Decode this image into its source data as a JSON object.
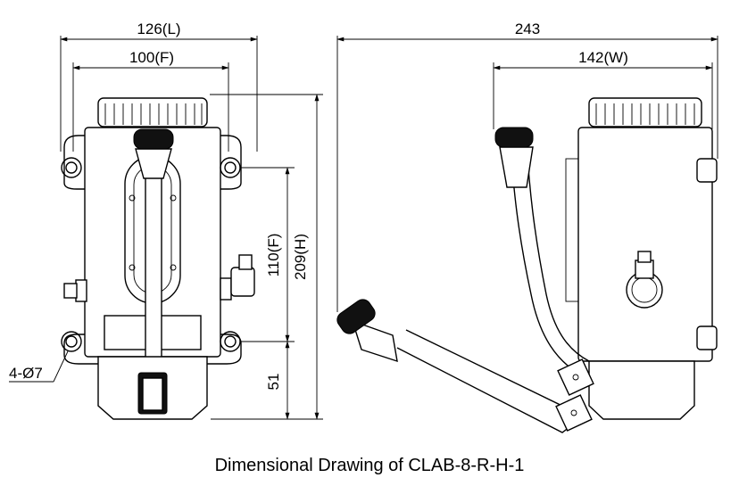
{
  "caption": "Dimensional Drawing of CLAB-8-R-H-1",
  "dimensions": {
    "length": "126(L)",
    "front_width": "100(F)",
    "height_front": "110(F)",
    "height_total": "209(H)",
    "base_height": "51",
    "holes": "4-Ø7",
    "overall_width": "243",
    "side_width": "142(W)"
  }
}
